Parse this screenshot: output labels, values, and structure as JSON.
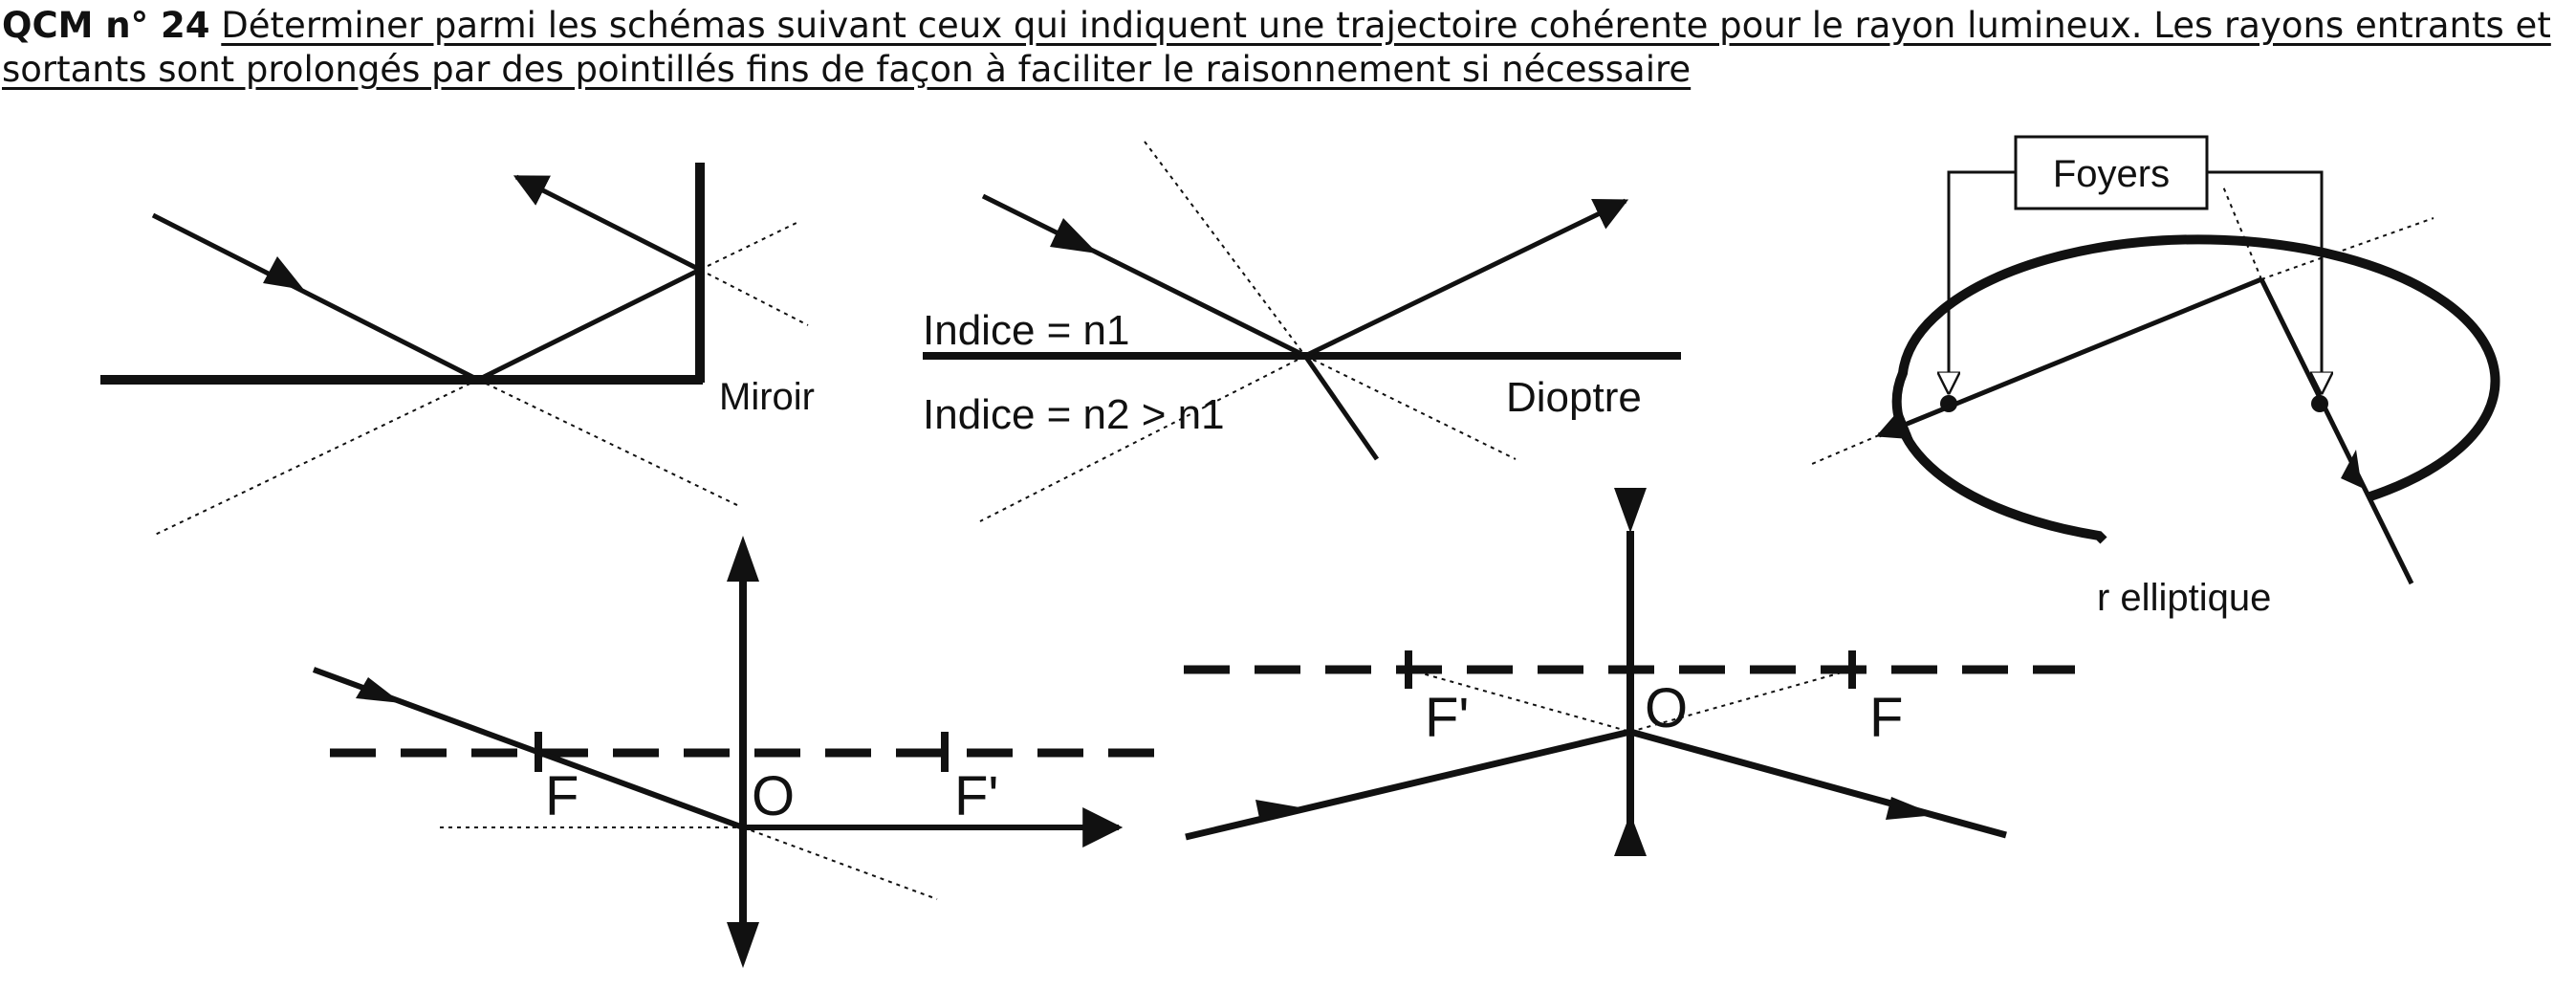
{
  "question": {
    "number": "QCM n° 24",
    "text": "Déterminer parmi les schémas suivant ceux qui indiquent une trajectoire cohérente pour le rayon lumineux. Les rayons entrants et sortants sont prolongés par des pointillés fins de façon à faciliter le raisonnement si nécessaire"
  },
  "diagrams": {
    "mirror": {
      "label": "Miroir"
    },
    "dioptre": {
      "label": "Dioptre",
      "indice_top": "Indice = n1",
      "indice_bottom": "Indice = n2 > n1"
    },
    "ellipse": {
      "foyers": "Foyers",
      "caption": "r elliptique"
    },
    "converging_lens": {
      "focus_object": "F",
      "focus_image": "F'",
      "center": "O"
    },
    "diverging_lens": {
      "focus_object": "F",
      "focus_image": "F'",
      "center": "O"
    }
  },
  "colors": {
    "ink": "#111111",
    "background": "#ffffff"
  }
}
